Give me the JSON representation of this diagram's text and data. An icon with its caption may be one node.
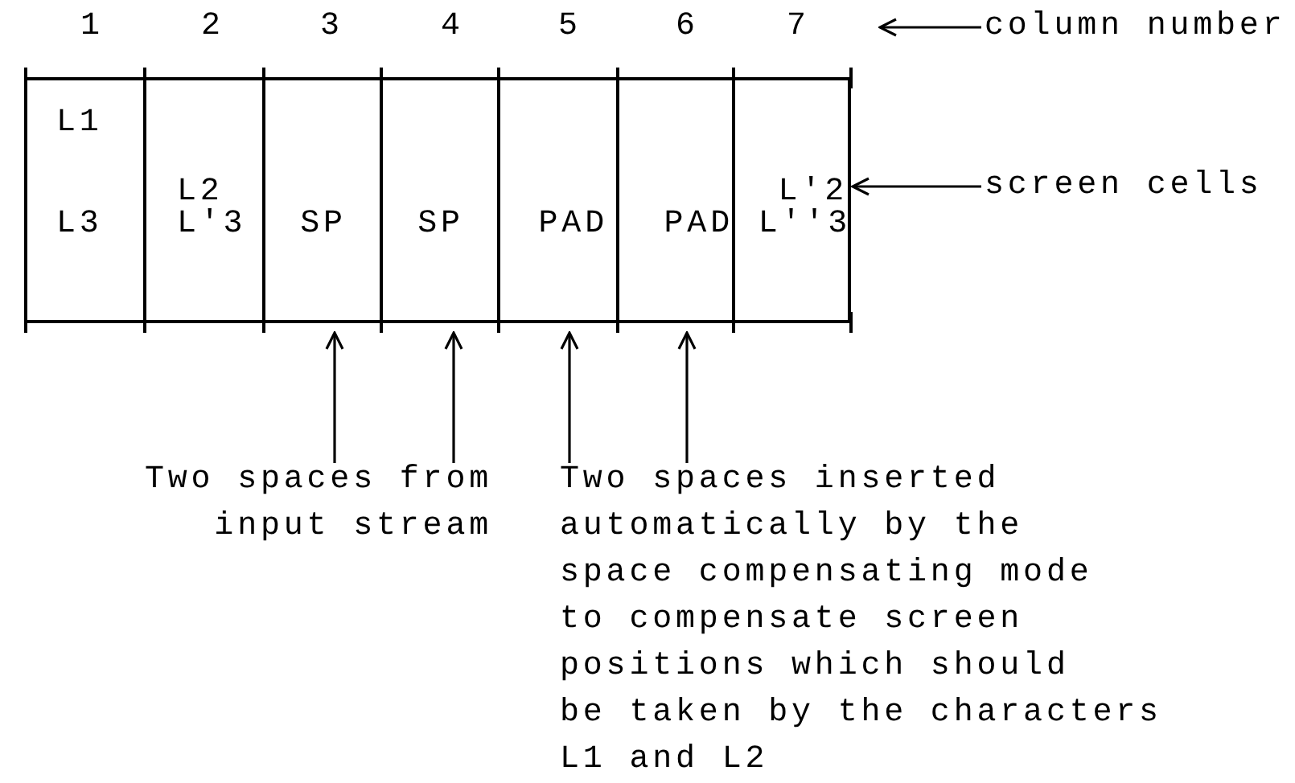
{
  "diagram": {
    "nodes": [
      {
        "text": [
          "column number"
        ]
      },
      {
        "text": [
          "L1",
          "L3"
        ]
      },
      {
        "text": [
          "L2",
          "L'3"
        ]
      },
      {
        "text": [
          "SP"
        ]
      },
      {
        "text": [
          "SP"
        ]
      },
      {
        "text": [
          "PAD"
        ]
      },
      {
        "text": [
          "PAD"
        ]
      },
      {
        "text": [
          "L'2",
          "L''3"
        ]
      },
      {
        "text": [
          "screen cells"
        ]
      },
      {
        "text": [
          "Two spaces from input stream"
        ]
      },
      {
        "text": [
          "Two spaces inserted automatically by the space compensating mode to compensate screen positions which should be taken by the characters L1 and L2"
        ]
      }
    ],
    "edges": [
      {
        "from": 0,
        "to": null,
        "arrow": "to"
      },
      {
        "from": 8,
        "to": 7,
        "arrow": "to"
      },
      {
        "from": 9,
        "to": 3,
        "arrow": "to"
      },
      {
        "from": 9,
        "to": 4,
        "arrow": "to"
      },
      {
        "from": 10,
        "to": 5,
        "arrow": "to"
      },
      {
        "from": 10,
        "to": 6,
        "arrow": "to"
      }
    ],
    "labels": [
      "1",
      "2",
      "3",
      "4",
      "5",
      "6",
      "7"
    ]
  }
}
